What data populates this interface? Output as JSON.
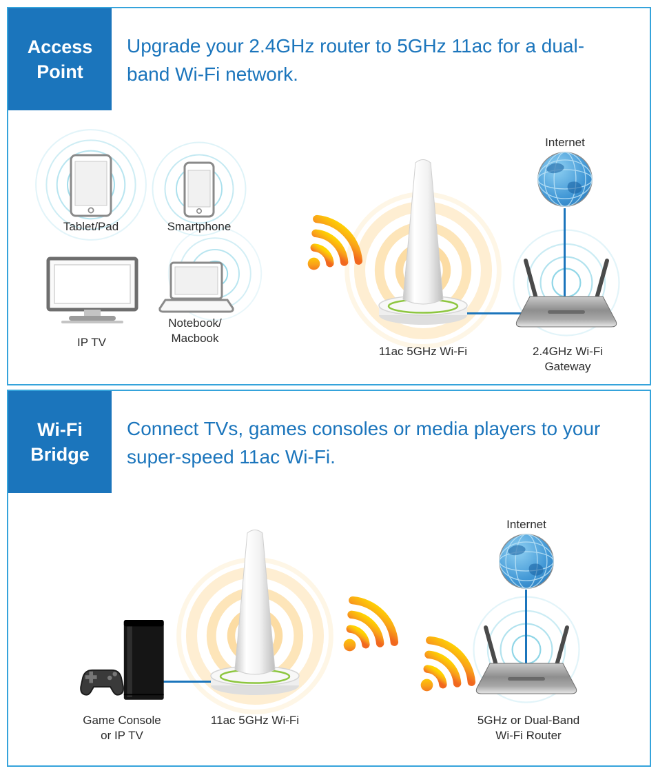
{
  "colors": {
    "brand_blue": "#1B75BC",
    "panel_border_blue": "#35A3DB",
    "headline_blue": "#1B75BC",
    "wifi_signal_orange": "#F1681F",
    "wifi_signal_yellow": "#FFD400",
    "ripple_teal": "#7DCFE3",
    "tower_ring_green": "#8DC63F",
    "label_text": "#2B2B2B"
  },
  "panels": [
    {
      "mode_label": "Access Point",
      "headline": "Upgrade your 2.4GHz router to 5GHz 11ac for a dual-band Wi-Fi network.",
      "client_devices": [
        {
          "label": "Tablet/Pad"
        },
        {
          "label": "Smartphone"
        },
        {
          "label": "IP TV"
        },
        {
          "label": "Notebook/\nMacbook"
        }
      ],
      "internet_label": "Internet",
      "tower_label": "11ac 5GHz Wi-Fi",
      "router_label": "2.4GHz Wi-Fi\nGateway"
    },
    {
      "mode_label": "Wi-Fi Bridge",
      "headline": "Connect TVs, games consoles or media players to your super-speed 11ac Wi-Fi.",
      "client_devices": [
        {
          "label": "Game Console\nor IP TV"
        }
      ],
      "internet_label": "Internet",
      "tower_label": "11ac 5GHz Wi-Fi",
      "router_label": "5GHz or Dual-Band\nWi-Fi Router"
    }
  ]
}
